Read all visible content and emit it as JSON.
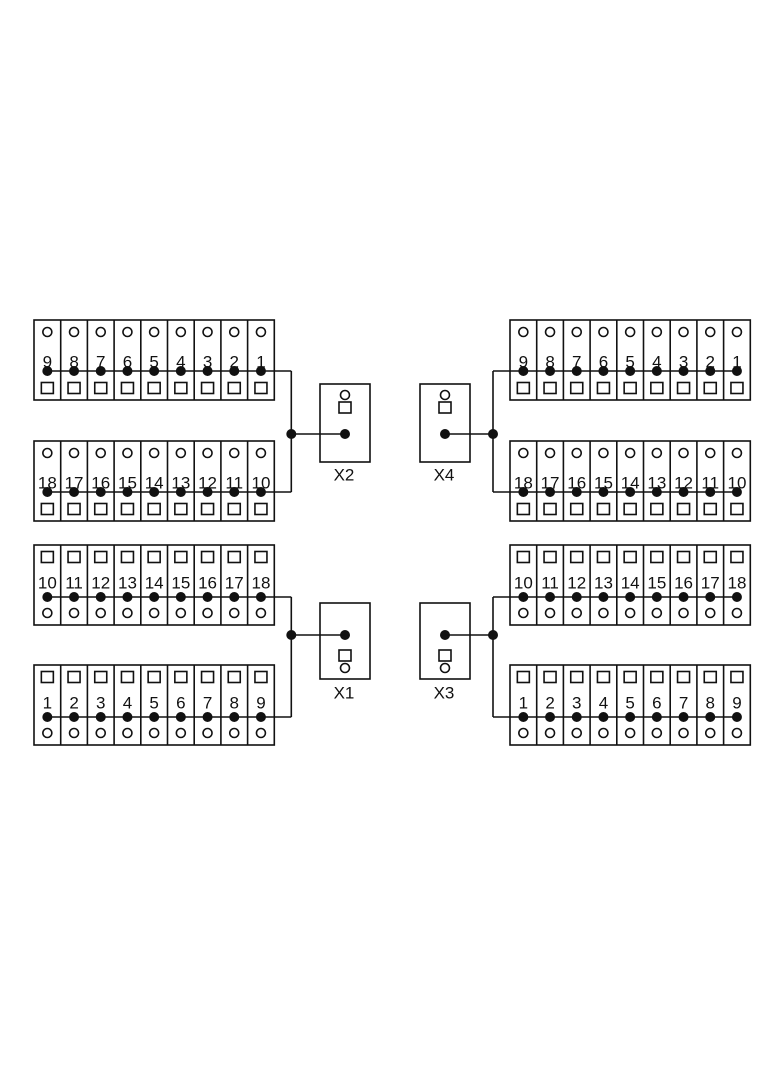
{
  "colors": {
    "line": "#111111",
    "background": "#ffffff"
  },
  "terminal_blocks": [
    {
      "id": "tl-top",
      "labels": [
        "9",
        "8",
        "7",
        "6",
        "5",
        "4",
        "3",
        "2",
        "1"
      ],
      "order": "circle-label-dot-square"
    },
    {
      "id": "tl-bot",
      "labels": [
        "18",
        "17",
        "16",
        "15",
        "14",
        "13",
        "12",
        "11",
        "10"
      ],
      "order": "circle-label-dot-square"
    },
    {
      "id": "bl-top",
      "labels": [
        "10",
        "11",
        "12",
        "13",
        "14",
        "15",
        "16",
        "17",
        "18"
      ],
      "order": "square-label-dot-circle"
    },
    {
      "id": "bl-bot",
      "labels": [
        "1",
        "2",
        "3",
        "4",
        "5",
        "6",
        "7",
        "8",
        "9"
      ],
      "order": "square-label-dot-circle"
    },
    {
      "id": "tr-top",
      "labels": [
        "9",
        "8",
        "7",
        "6",
        "5",
        "4",
        "3",
        "2",
        "1"
      ],
      "order": "circle-label-dot-square"
    },
    {
      "id": "tr-bot",
      "labels": [
        "18",
        "17",
        "16",
        "15",
        "14",
        "13",
        "12",
        "11",
        "10"
      ],
      "order": "circle-label-dot-square"
    },
    {
      "id": "br-top",
      "labels": [
        "10",
        "11",
        "12",
        "13",
        "14",
        "15",
        "16",
        "17",
        "18"
      ],
      "order": "square-label-dot-circle"
    },
    {
      "id": "br-bot",
      "labels": [
        "1",
        "2",
        "3",
        "4",
        "5",
        "6",
        "7",
        "8",
        "9"
      ],
      "order": "square-label-dot-circle"
    }
  ],
  "connectors": [
    {
      "id": "x2",
      "label": "X2",
      "symbols": "circle-square-dot"
    },
    {
      "id": "x4",
      "label": "X4",
      "symbols": "circle-square-dot"
    },
    {
      "id": "x1",
      "label": "X1",
      "symbols": "dot-square-circle"
    },
    {
      "id": "x3",
      "label": "X3",
      "symbols": "dot-square-circle"
    }
  ]
}
